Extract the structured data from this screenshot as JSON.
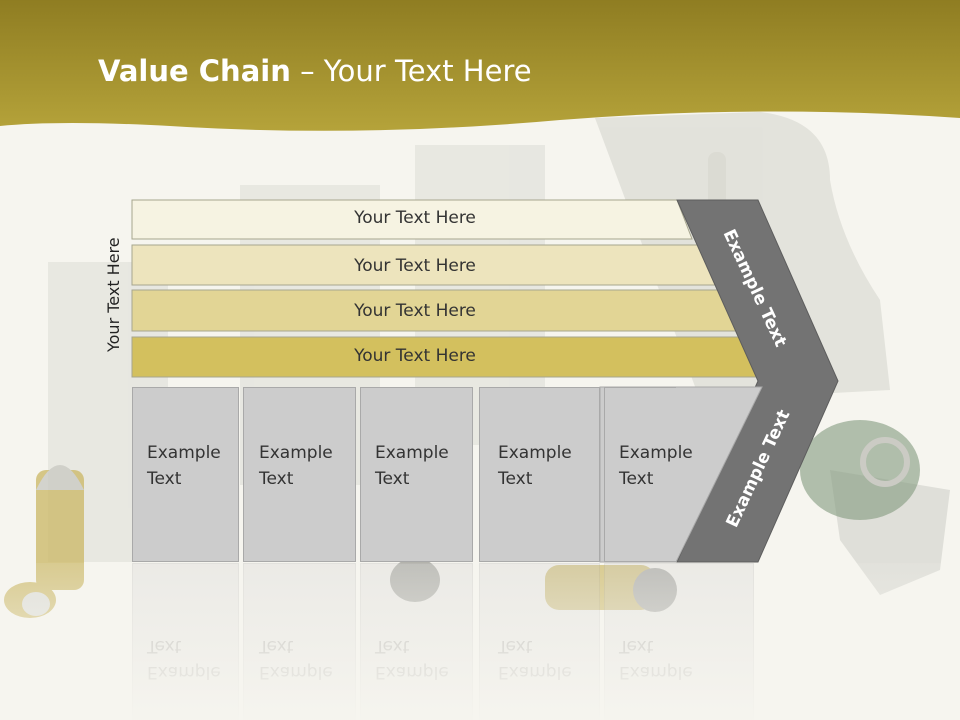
{
  "title": {
    "bold": "Value Chain",
    "rest": " – Your Text Here"
  },
  "side_label": "Your Text Here",
  "bands": [
    {
      "text": "Your Text Here",
      "color": "#f6f3e2"
    },
    {
      "text": "Your Text Here",
      "color": "#ede4bd"
    },
    {
      "text": "Your Text Here",
      "color": "#e2d595"
    },
    {
      "text": "Your Text Here",
      "color": "#d3c05e"
    }
  ],
  "activities": [
    {
      "text": "Example\nText"
    },
    {
      "text": "Example\nText"
    },
    {
      "text": "Example\nText"
    },
    {
      "text": "Example\nText"
    },
    {
      "text": "Example\nText"
    }
  ],
  "chevron": {
    "upper_text": "Example Text",
    "lower_text": "Example Text",
    "color": "#737373"
  },
  "colors": {
    "banner": "#b5a33a",
    "banner_dark": "#8f7d22",
    "box": "#cccccc"
  }
}
